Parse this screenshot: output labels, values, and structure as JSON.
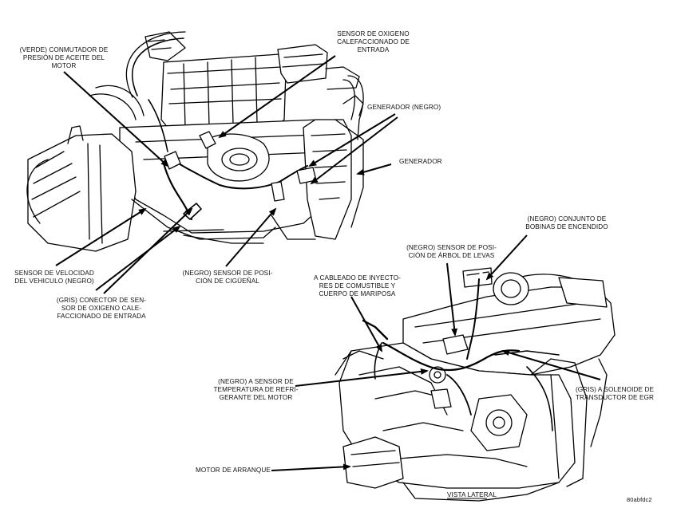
{
  "labels": {
    "oil_switch": "(VERDE) CONMUTADOR DE\nPRESIÓN DE ACEITE DEL\nMOTOR",
    "o2_upstream": "SENSOR DE OXIGENO\nCALEFACCIONADO DE\nENTRADA",
    "generator_black": "GENERADOR (NEGRO)",
    "generator": "GENERADOR",
    "speed_sensor": "SENSOR DE VELOCIDAD\nDEL VEHICULO (NEGRO)",
    "o2_connector": "(GRIS) CONECTOR DE SEN-\nSOR DE OXIGENO CALE-\nFACCIONADO DE ENTRADA",
    "crank_sensor": "(NEGRO) SENSOR DE POSI-\nCIÓN DE CIGÜEÑAL",
    "coil_pack": "(NEGRO) CONJUNTO DE\nBOBINAS DE ENCENDIDO",
    "cam_sensor": "(NEGRO) SENSOR DE POSI-\nCIÓN DE ÁRBOL DE LEVAS",
    "injector_harness": "A CABLEADO DE INYECTO-\nRES DE COMUSTIBLE Y\nCUERPO DE MARIPOSA",
    "coolant_sensor": "(NEGRO) A SENSOR DE\nTEMPERATURA DE REFRI-\nGERANTE DEL MOTOR",
    "egr_solenoid": "(GRIS) A SOLENOIDE DE\nTRANSDUCTOR DE EGR",
    "starter": "MOTOR DE ARRANQUE",
    "side_view": "VISTA LATERAL",
    "figure_id": "80abfdc2"
  }
}
